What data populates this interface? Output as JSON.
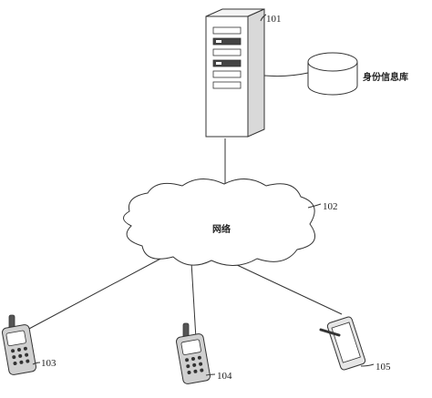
{
  "diagram": {
    "nodes": {
      "server": {
        "id_label": "101"
      },
      "database": {
        "label": "身份信息库"
      },
      "network": {
        "id_label": "102",
        "label": "网络"
      },
      "phone_1": {
        "id_label": "103"
      },
      "phone_2": {
        "id_label": "104"
      },
      "tablet": {
        "id_label": "105"
      }
    },
    "connections": [
      {
        "from": "server",
        "to": "database"
      },
      {
        "from": "server",
        "to": "network"
      },
      {
        "from": "network",
        "to": "phone_1"
      },
      {
        "from": "network",
        "to": "phone_2"
      },
      {
        "from": "network",
        "to": "tablet"
      }
    ]
  }
}
